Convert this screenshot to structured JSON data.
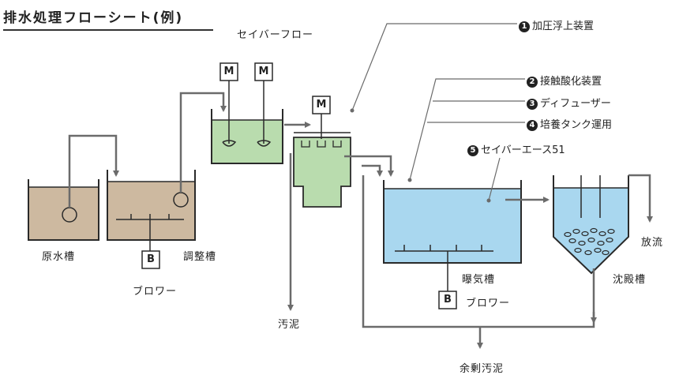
{
  "title": "排水処理フローシート(例)",
  "subtitle": "セイバーフロー",
  "callouts": [
    {
      "num": "1",
      "text": "加圧浮上装置"
    },
    {
      "num": "2",
      "text": "接触酸化装置"
    },
    {
      "num": "3",
      "text": "ディフューザー"
    },
    {
      "num": "4",
      "text": "培養タンク運用"
    },
    {
      "num": "5",
      "text": "セイバーエース51"
    }
  ],
  "labels": {
    "raw_tank": "原水槽",
    "adjust_tank": "調整槽",
    "blower_left": "ブロワー",
    "blower_right": "ブロワー",
    "sludge": "汚泥",
    "aeration_tank": "曝気槽",
    "settling_tank": "沈殿槽",
    "discharge": "放流",
    "excess_sludge": "余剰汚泥"
  },
  "symbols": {
    "motor": "M",
    "blower": "B"
  },
  "colors": {
    "raw_water": "#cdb9a0",
    "mixing": "#b9dcae",
    "aeration": "#a9d7ef",
    "line": "#6b6b6b",
    "outline": "#2a2a2a"
  }
}
